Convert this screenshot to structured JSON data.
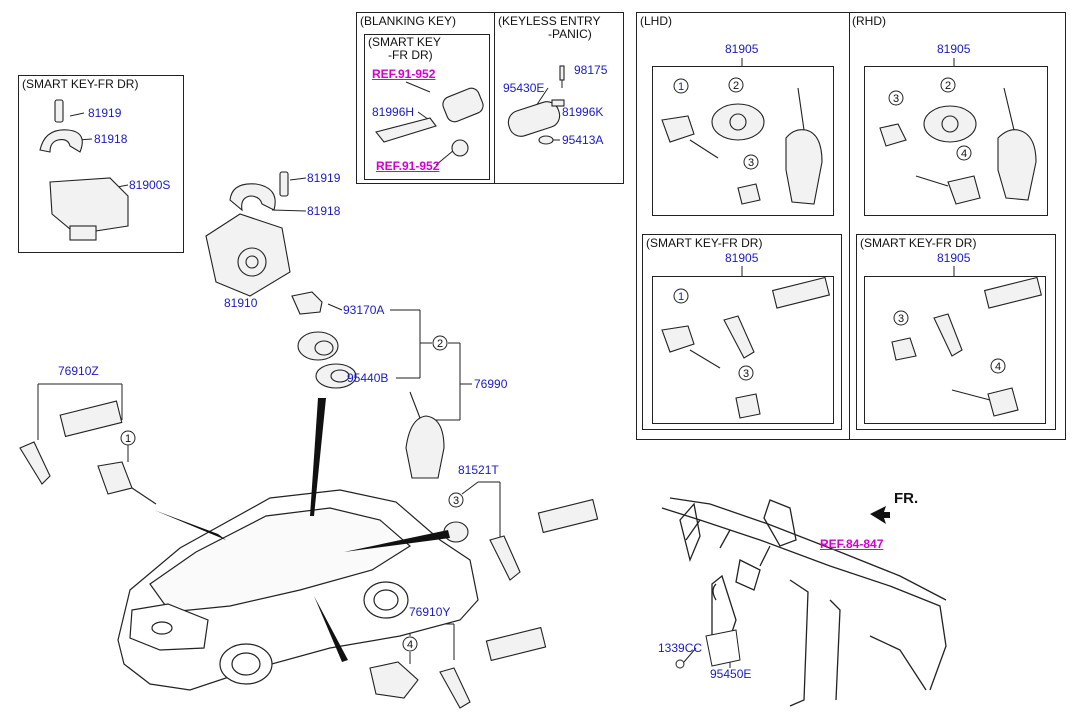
{
  "panels": {
    "smart_key_fr_dr_top_left": "(SMART KEY-FR DR)",
    "blanking_key": "(BLANKING KEY)",
    "blanking_smart_key": "(SMART KEY\n      -FR DR)",
    "keyless_entry": "(KEYLESS ENTRY\n               -PANIC)",
    "lhd": "(LHD)",
    "rhd": "(RHD)",
    "lhd_smart_key": "(SMART KEY-FR DR)",
    "rhd_smart_key": "(SMART KEY-FR DR)",
    "fr_arrow": "FR."
  },
  "refs": {
    "ref_1": "REF.91-952",
    "ref_2": "REF.91-952",
    "ref_3": "REF.84-847"
  },
  "parts": {
    "p81919_a": "81919",
    "p81918_a": "81918",
    "p81900s": "81900S",
    "p81919_b": "81919",
    "p81918_b": "81918",
    "p81910": "81910",
    "p93170a": "93170A",
    "p95440b": "95440B",
    "p76990": "76990",
    "p76910z": "76910Z",
    "p81521t": "81521T",
    "p76910y": "76910Y",
    "p81996h": "81996H",
    "p95430e": "95430E",
    "p98175": "98175",
    "p81996k": "81996K",
    "p95413a": "95413A",
    "p81905_lhd": "81905",
    "p81905_rhd": "81905",
    "p81905_lhd_sk": "81905",
    "p81905_rhd_sk": "81905",
    "p1339cc": "1339CC",
    "p95450e": "95450E"
  },
  "callouts": [
    "1",
    "2",
    "3",
    "4"
  ]
}
